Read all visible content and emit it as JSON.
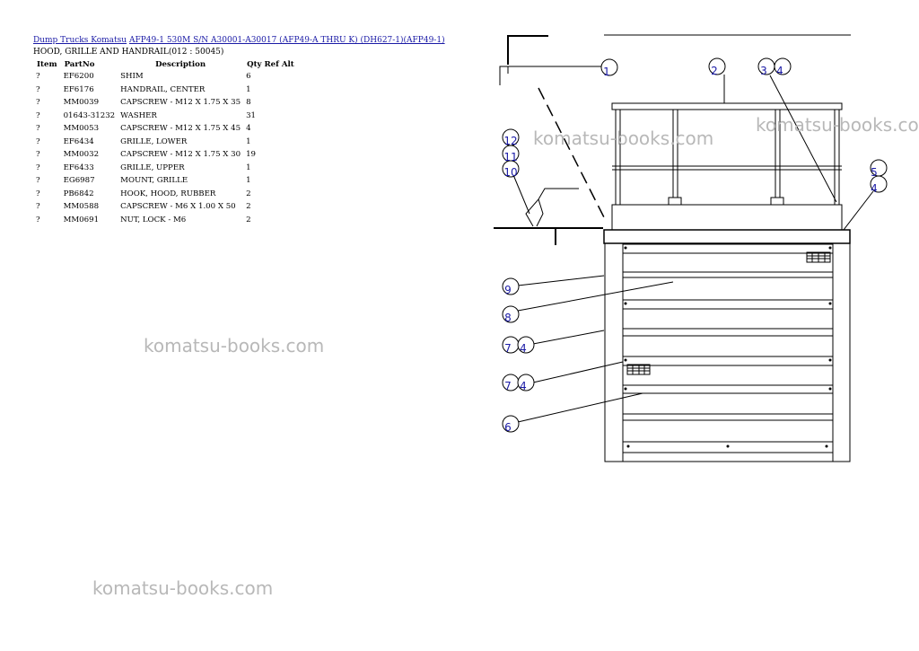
{
  "breadcrumb": {
    "link1": "Dump Trucks Komatsu",
    "link2": "AFP49-1 530M S/N A30001-A30017 (AFP49-A THRU K) (DH627-1)(AFP49-1)"
  },
  "section_title": "HOOD, GRILLE AND HANDRAIL(012 : 50045)",
  "table": {
    "headers": {
      "item": "Item",
      "partno": "PartNo",
      "description": "Description",
      "qty": "Qty Ref Alt"
    },
    "rows": [
      {
        "item": "?",
        "partno": "EF6200",
        "description": "SHIM",
        "qty": "6"
      },
      {
        "item": "?",
        "partno": "EF6176",
        "description": "HANDRAIL, CENTER",
        "qty": "1"
      },
      {
        "item": "?",
        "partno": "MM0039",
        "description": "CAPSCREW - M12 X 1.75 X 35",
        "qty": "8"
      },
      {
        "item": "?",
        "partno": "01643-31232",
        "description": "WASHER",
        "qty": "31"
      },
      {
        "item": "?",
        "partno": "MM0053",
        "description": "CAPSCREW - M12 X 1.75 X 45",
        "qty": "4"
      },
      {
        "item": "?",
        "partno": "EF6434",
        "description": "GRILLE, LOWER",
        "qty": "1"
      },
      {
        "item": "?",
        "partno": "MM0032",
        "description": "CAPSCREW - M12 X 1.75 X 30",
        "qty": "19"
      },
      {
        "item": "?",
        "partno": "EF6433",
        "description": "GRILLE, UPPER",
        "qty": "1"
      },
      {
        "item": "?",
        "partno": "EG6987",
        "description": "MOUNT, GRILLE",
        "qty": "1"
      },
      {
        "item": "?",
        "partno": "PB6842",
        "description": "HOOK, HOOD, RUBBER",
        "qty": "2"
      },
      {
        "item": "?",
        "partno": "MM0588",
        "description": "CAPSCREW - M6 X 1.00 X 50",
        "qty": "2"
      },
      {
        "item": "?",
        "partno": "MM0691",
        "description": "NUT, LOCK - M6",
        "qty": "2"
      }
    ]
  },
  "watermarks": [
    "komatsu-books.com",
    "komatsu-books.com",
    "komatsu-books.com",
    "komatsu-books.com"
  ],
  "callouts": [
    "1",
    "2",
    "3",
    "4",
    "12",
    "11",
    "10",
    "5",
    "4",
    "9",
    "8",
    "7",
    "4",
    "7",
    "4",
    "6"
  ],
  "colors": {
    "link": "#1a1aa6",
    "callout_text": "#1a1aa6",
    "watermark": "#b8b8b8"
  }
}
